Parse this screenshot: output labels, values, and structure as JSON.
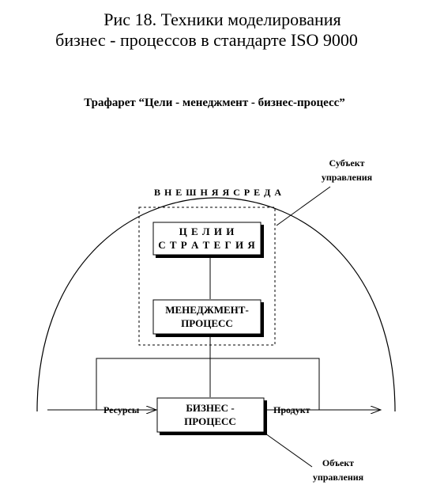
{
  "title_line1": "Рис 18. Техники моделирования",
  "title_line2": "бизнес - процессов в стандарте ISO 9000",
  "subtitle": "Трафарет “Цели - менеджмент - бизнес-процесс”",
  "environment_label": "В Н Е Ш Н Я Я   С Р Е Д А",
  "goals_box": {
    "line1": "Ц Е Л И   И",
    "line2": "С Т Р А Т Е Г И Я"
  },
  "management_box": {
    "line1": "МЕНЕДЖМЕНТ-",
    "line2": "ПРОЦЕСС"
  },
  "business_box": {
    "line1": "БИЗНЕС -",
    "line2": "ПРОЦЕСС"
  },
  "subject_label": {
    "line1": "Субъект",
    "line2": "управления"
  },
  "object_label": {
    "line1": "Объект",
    "line2": "управления"
  },
  "resources_label": "Ресурсы",
  "product_label": "Продукт"
}
